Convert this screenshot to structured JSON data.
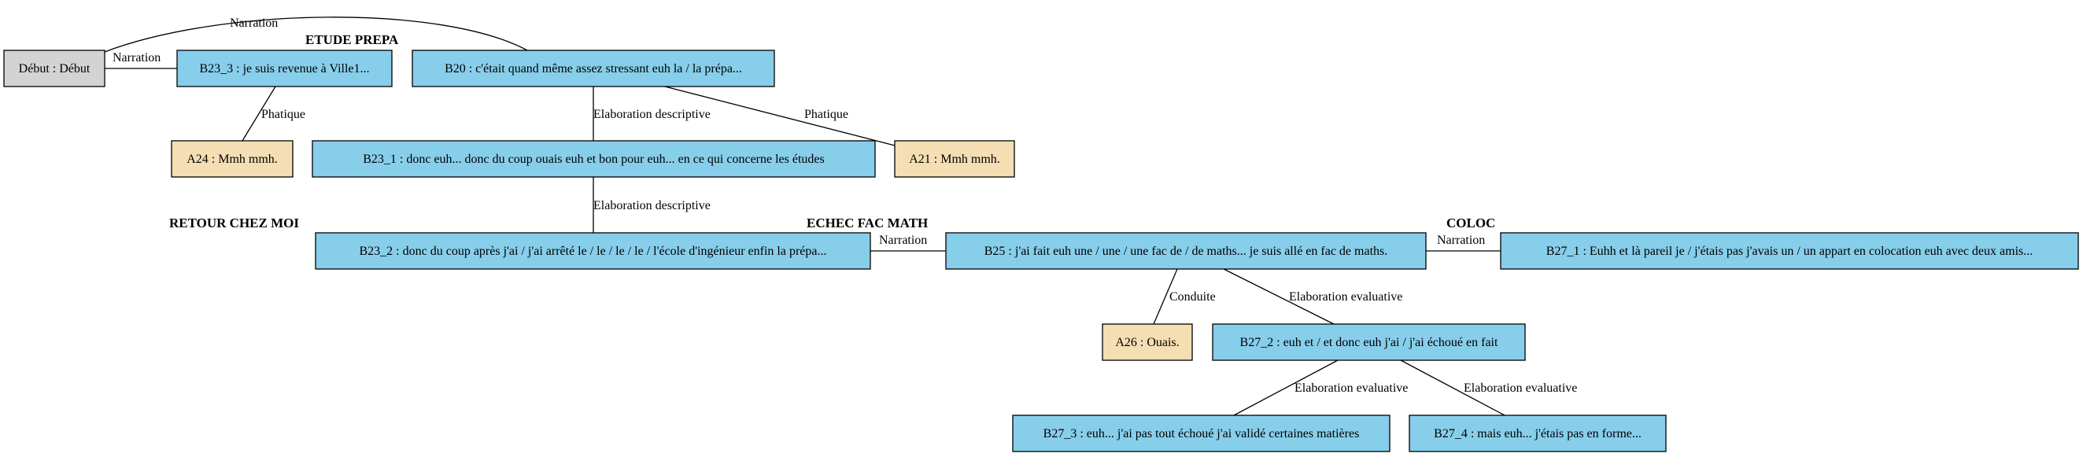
{
  "colors": {
    "start": "#d3d3d3",
    "speaker_b": "#87ceeb",
    "speaker_a": "#f5deb3"
  },
  "sections": [
    {
      "id": "s1",
      "label": "ETUDE PREPA"
    },
    {
      "id": "s2",
      "label": "RETOUR CHEZ MOI"
    },
    {
      "id": "s3",
      "label": "ECHEC FAC MATH"
    },
    {
      "id": "s4",
      "label": "COLOC"
    }
  ],
  "nodes": [
    {
      "id": "debut",
      "label": "Début : Début",
      "kind": "start"
    },
    {
      "id": "b23_3",
      "label": "B23_3 : je suis revenue à Ville1...",
      "kind": "speaker_b"
    },
    {
      "id": "b20",
      "label": "B20 : c'était quand même assez stressant euh la / la prépa...",
      "kind": "speaker_b"
    },
    {
      "id": "a24",
      "label": "A24 : Mmh mmh.",
      "kind": "speaker_a"
    },
    {
      "id": "b23_1",
      "label": "B23_1 : donc euh... donc du coup ouais euh et bon pour euh... en ce qui concerne les études",
      "kind": "speaker_b"
    },
    {
      "id": "a21",
      "label": "A21 : Mmh mmh.",
      "kind": "speaker_a"
    },
    {
      "id": "b23_2",
      "label": "B23_2 : donc du coup après j'ai / j'ai arrêté le / le / le / le / l'école d'ingénieur enfin la prépa...",
      "kind": "speaker_b"
    },
    {
      "id": "b25",
      "label": "B25 : j'ai fait euh une / une / une fac de / de maths... je suis allé en fac de maths.",
      "kind": "speaker_b"
    },
    {
      "id": "b27_1",
      "label": "B27_1 : Euhh et là pareil je / j'étais pas j'avais un / un appart en colocation euh avec deux amis...",
      "kind": "speaker_b"
    },
    {
      "id": "a26",
      "label": "A26 : Ouais.",
      "kind": "speaker_a"
    },
    {
      "id": "b27_2",
      "label": "B27_2 : euh et / et donc euh j'ai / j'ai échoué en fait",
      "kind": "speaker_b"
    },
    {
      "id": "b27_3",
      "label": "B27_3 : euh... j'ai pas tout échoué j'ai validé certaines matières",
      "kind": "speaker_b"
    },
    {
      "id": "b27_4",
      "label": "B27_4 : mais euh... j'étais pas en forme...",
      "kind": "speaker_b"
    }
  ],
  "edges": [
    {
      "id": "e1",
      "from": "debut",
      "to": "b20",
      "label": "Narration"
    },
    {
      "id": "e2",
      "from": "debut",
      "to": "b23_3",
      "label": "Narration"
    },
    {
      "id": "e3",
      "from": "b23_3",
      "to": "a24",
      "label": "Phatique"
    },
    {
      "id": "e4",
      "from": "b20",
      "to": "b23_1",
      "label": "Elaboration descriptive"
    },
    {
      "id": "e5",
      "from": "b20",
      "to": "a21",
      "label": "Phatique"
    },
    {
      "id": "e6",
      "from": "b23_1",
      "to": "b23_2",
      "label": "Elaboration descriptive"
    },
    {
      "id": "e7",
      "from": "b23_2",
      "to": "b25",
      "label": "Narration"
    },
    {
      "id": "e8",
      "from": "b25",
      "to": "b27_1",
      "label": "Narration"
    },
    {
      "id": "e9",
      "from": "b25",
      "to": "a26",
      "label": "Conduite"
    },
    {
      "id": "e10",
      "from": "b25",
      "to": "b27_2",
      "label": "Elaboration evaluative"
    },
    {
      "id": "e11",
      "from": "b27_2",
      "to": "b27_3",
      "label": "Elaboration evaluative"
    },
    {
      "id": "e12",
      "from": "b27_2",
      "to": "b27_4",
      "label": "Elaboration evaluative"
    }
  ]
}
